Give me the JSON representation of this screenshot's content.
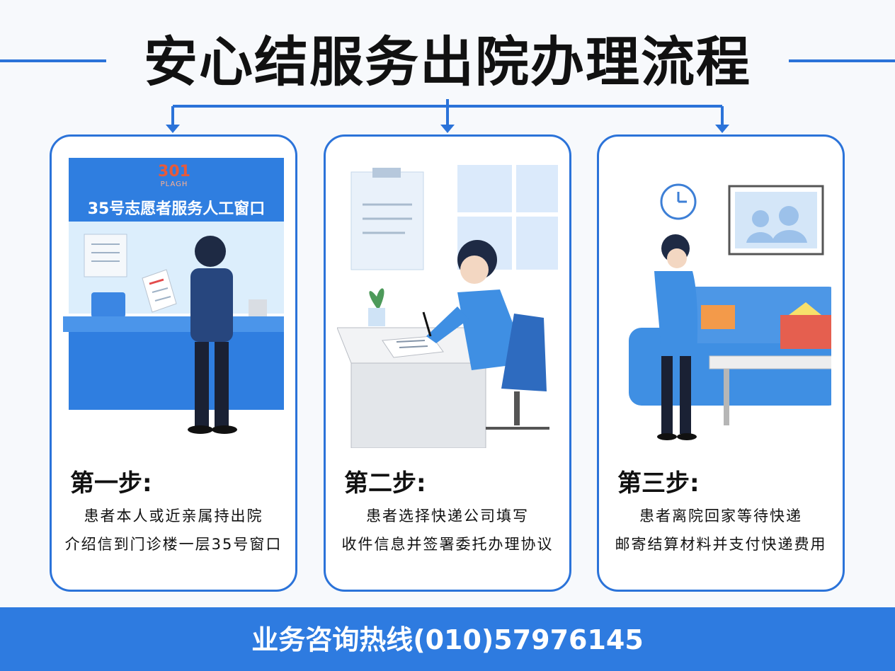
{
  "title": "安心结服务出院办理流程",
  "colors": {
    "accent": "#2b73d9",
    "footer": "#2e7be0"
  },
  "steps": [
    {
      "heading": "第一步:",
      "lines": [
        "患者本人或近亲属持出院",
        "介绍信到门诊楼一层35号窗口"
      ],
      "illustration": {
        "logo": {
          "number": "301",
          "caption": "PLAGH"
        },
        "window_sign": "35号志愿者服务人工窗口"
      }
    },
    {
      "heading": "第二步:",
      "lines": [
        "患者选择快递公司填写",
        "收件信息并签署委托办理协议"
      ]
    },
    {
      "heading": "第三步:",
      "lines": [
        "患者离院回家等待快递",
        "邮寄结算材料并支付快递费用"
      ]
    }
  ],
  "footer": {
    "hotline": "业务咨询热线(010)57976145"
  }
}
